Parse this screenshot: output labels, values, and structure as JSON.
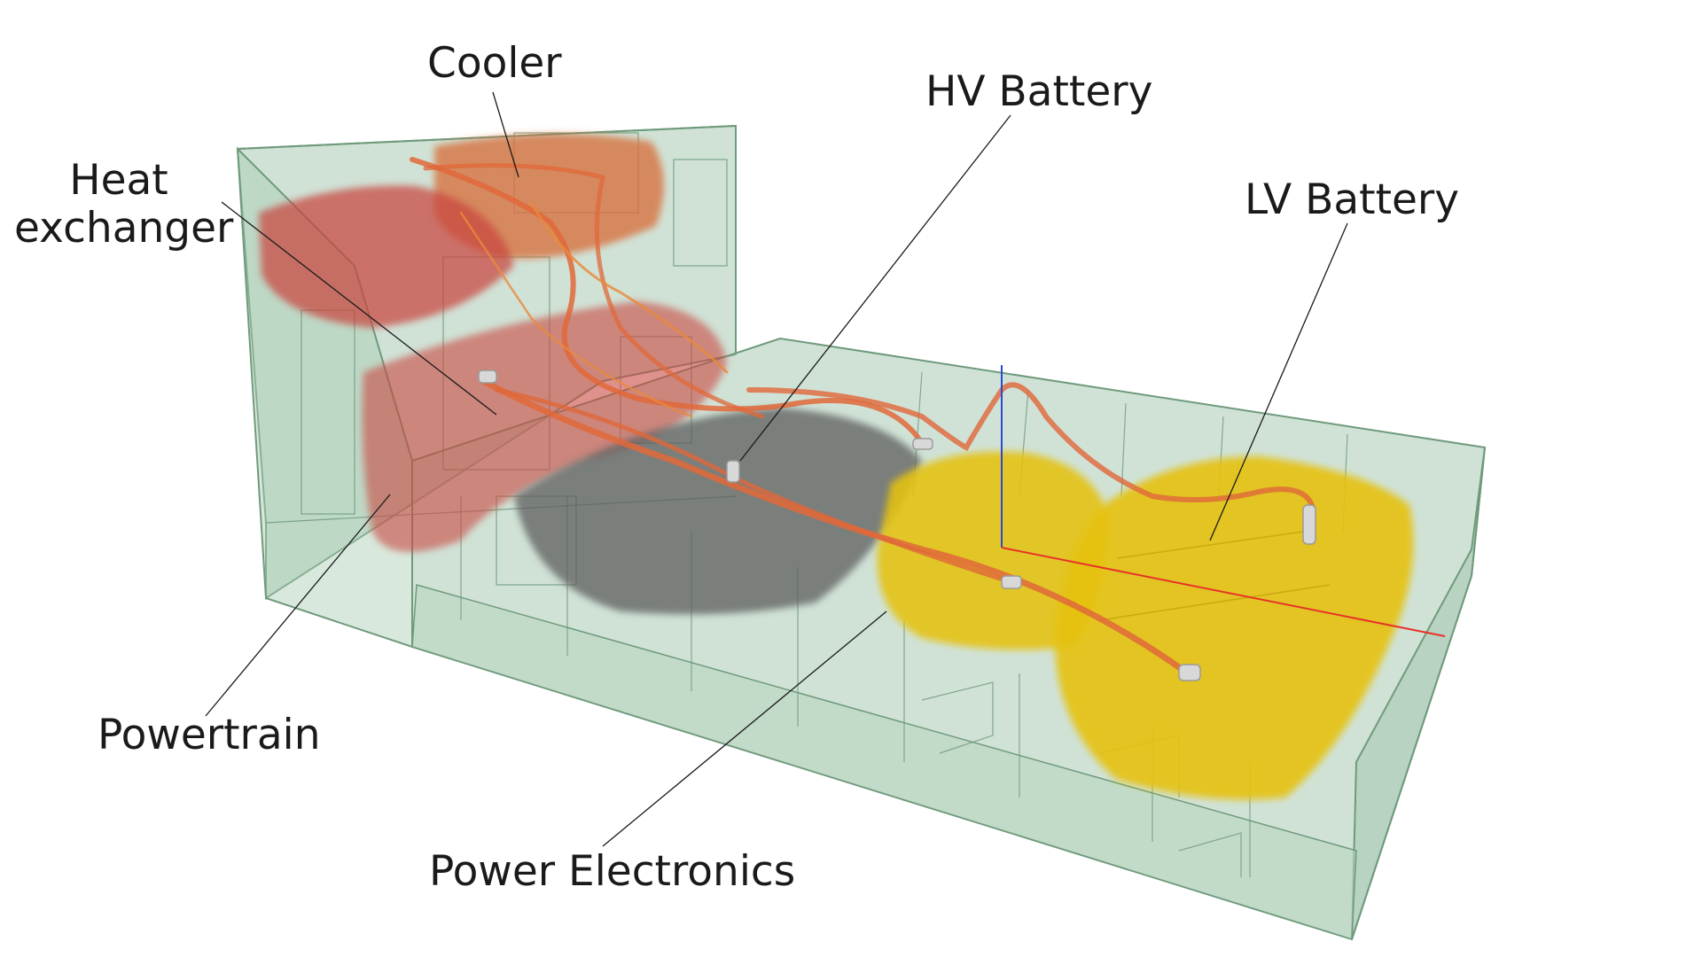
{
  "labels": {
    "cooler": "Cooler",
    "heat_exchanger_line1": "Heat",
    "heat_exchanger_line2": "exchanger",
    "hv_battery": "HV Battery",
    "lv_battery": "LV Battery",
    "powertrain": "Powertrain",
    "power_electronics": "Power Electronics"
  },
  "colors": {
    "enclosure": "#a9cbb4",
    "enclosure_edge": "#6f9a7c",
    "heat_components": "#c9473f",
    "cooler": "#d9703d",
    "battery": "#e5c10c",
    "hv_battery_tray": "#5e5e5e",
    "coolant_pipe": "#e0683a",
    "axis_x": "#e8322a",
    "axis_y": "#2b49d6"
  }
}
